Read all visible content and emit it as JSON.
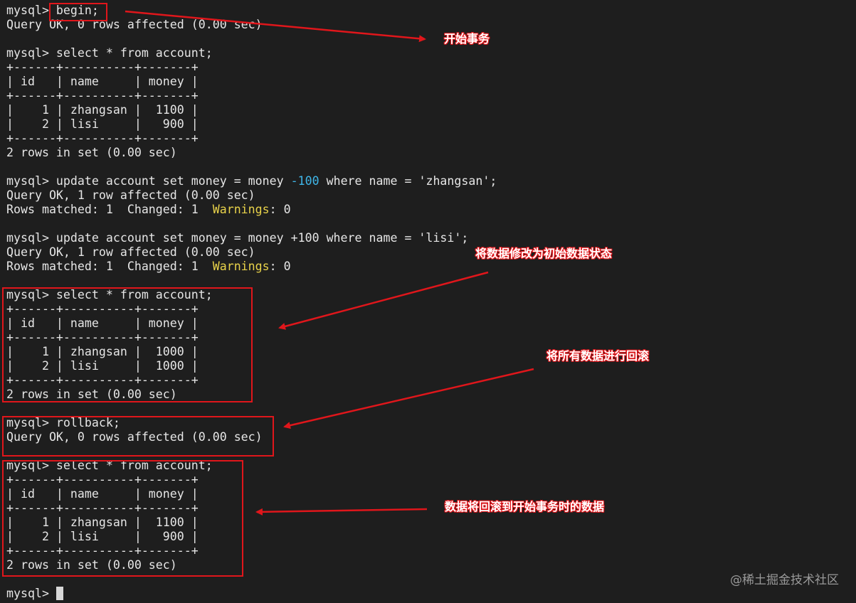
{
  "terminal": {
    "prompt": "mysql>",
    "lines": [
      {
        "text": "mysql> begin;"
      },
      {
        "text": "Query OK, 0 rows affected (0.00 sec)"
      },
      {
        "text": ""
      },
      {
        "text": "mysql> select * from account;"
      },
      {
        "text": "+------+----------+-------+"
      },
      {
        "text": "| id   | name     | money |"
      },
      {
        "text": "+------+----------+-------+"
      },
      {
        "text": "|    1 | zhangsan |  1100 |"
      },
      {
        "text": "|    2 | lisi     |   900 |"
      },
      {
        "text": "+------+----------+-------+"
      },
      {
        "text": "2 rows in set (0.00 sec)"
      },
      {
        "text": ""
      },
      {
        "segments": [
          {
            "text": "mysql> update account set money = money "
          },
          {
            "text": "-100",
            "style": "num"
          },
          {
            "text": " where name = 'zhangsan';"
          }
        ]
      },
      {
        "text": "Query OK, 1 row affected (0.00 sec)"
      },
      {
        "segments": [
          {
            "text": "Rows matched: 1  Changed: 1  "
          },
          {
            "text": "Warnings",
            "style": "warn"
          },
          {
            "text": ": 0"
          }
        ]
      },
      {
        "text": ""
      },
      {
        "text": "mysql> update account set money = money +100 where name = 'lisi';"
      },
      {
        "text": "Query OK, 1 row affected (0.00 sec)"
      },
      {
        "segments": [
          {
            "text": "Rows matched: 1  Changed: 1  "
          },
          {
            "text": "Warnings",
            "style": "warn"
          },
          {
            "text": ": 0"
          }
        ]
      },
      {
        "text": ""
      },
      {
        "text": "mysql> select * from account;"
      },
      {
        "text": "+------+----------+-------+"
      },
      {
        "text": "| id   | name     | money |"
      },
      {
        "text": "+------+----------+-------+"
      },
      {
        "text": "|    1 | zhangsan |  1000 |"
      },
      {
        "text": "|    2 | lisi     |  1000 |"
      },
      {
        "text": "+------+----------+-------+"
      },
      {
        "text": "2 rows in set (0.00 sec)"
      },
      {
        "text": ""
      },
      {
        "text": "mysql> rollback;"
      },
      {
        "text": "Query OK, 0 rows affected (0.00 sec)"
      },
      {
        "text": ""
      },
      {
        "text": "mysql> select * from account;"
      },
      {
        "text": "+------+----------+-------+"
      },
      {
        "text": "| id   | name     | money |"
      },
      {
        "text": "+------+----------+-------+"
      },
      {
        "text": "|    1 | zhangsan |  1100 |"
      },
      {
        "text": "|    2 | lisi     |   900 |"
      },
      {
        "text": "+------+----------+-------+"
      },
      {
        "text": "2 rows in set (0.00 sec)"
      },
      {
        "text": ""
      },
      {
        "text": "mysql> "
      }
    ]
  },
  "annotations": {
    "begin": "开始事务",
    "modify": "将数据修改为初始数据状态",
    "rollback_all": "将所有数据进行回滚",
    "restored": "数据将回滚到开始事务时的数据"
  },
  "watermark": "@稀土掘金技术社区",
  "colors": {
    "background": "#1e1e1e",
    "text": "#e6e6e6",
    "number": "#3fb6e8",
    "warning": "#e8d24a",
    "annotation_red": "#e0161b"
  },
  "icons": {
    "cursor": "block-cursor",
    "arrow": "red-arrow"
  }
}
